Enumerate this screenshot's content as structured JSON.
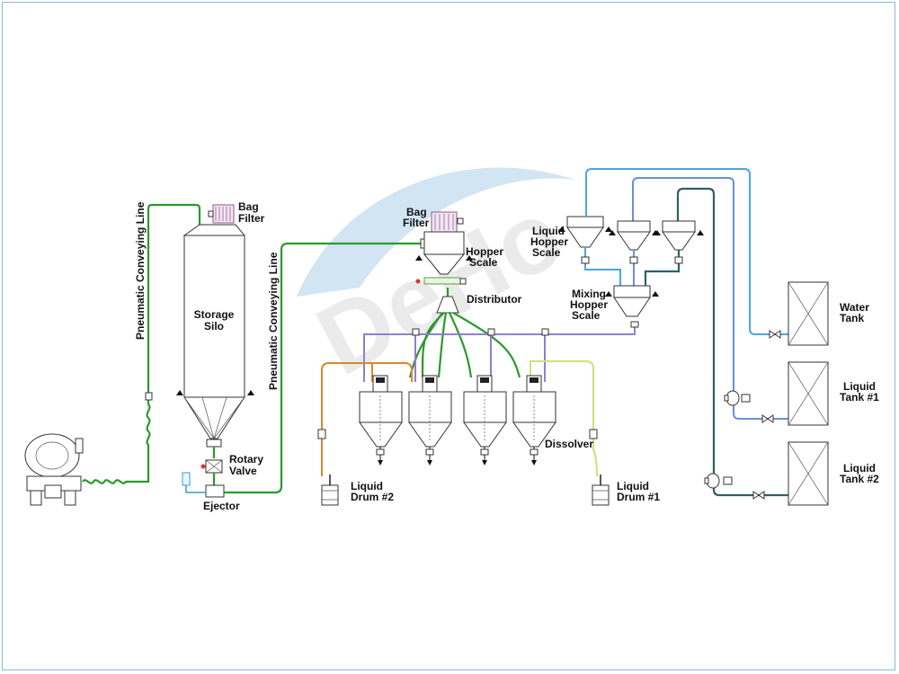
{
  "labels": {
    "bag_filter_left": [
      "Bag",
      "Filter"
    ],
    "storage_silo": [
      "Storage",
      "Silo"
    ],
    "rotary_valve": [
      "Rotary",
      "Valve"
    ],
    "ejector": "Ejector",
    "pneumatic_line_1": "Pneumatic Conveying Line",
    "pneumatic_line_2": "Pneumatic Conveying Line",
    "bag_filter_right": [
      "Bag",
      "Filter"
    ],
    "hopper_scale": [
      "Hopper",
      "Scale"
    ],
    "distributor": "Distributor",
    "dissolver": "Dissolver",
    "liquid_drum_2": [
      "Liquid",
      "Drum #2"
    ],
    "liquid_drum_1": [
      "Liquid",
      "Drum #1"
    ],
    "liquid_hopper_scale": [
      "Liquid",
      "Hopper",
      "Scale"
    ],
    "mixing_hopper_scale": [
      "Mixing",
      "Hopper",
      "Scale"
    ],
    "water_tank": [
      "Water",
      "Tank"
    ],
    "liquid_tank_1": [
      "Liquid",
      "Tank #1"
    ],
    "liquid_tank_2": [
      "Liquid",
      "Tank #2"
    ]
  },
  "watermark": "DeHo",
  "colors": {
    "pneumatic_line": "#2a9a2a",
    "drum2_line": "#d8892a",
    "drum1_line": "#c9e27a",
    "mixing_line": "#8f7fd0",
    "water_line": "#4aa7e0",
    "liquid1_line": "#6b8fd8",
    "liquid2_line": "#2f5f6a",
    "frame": "#8fb6d8"
  }
}
